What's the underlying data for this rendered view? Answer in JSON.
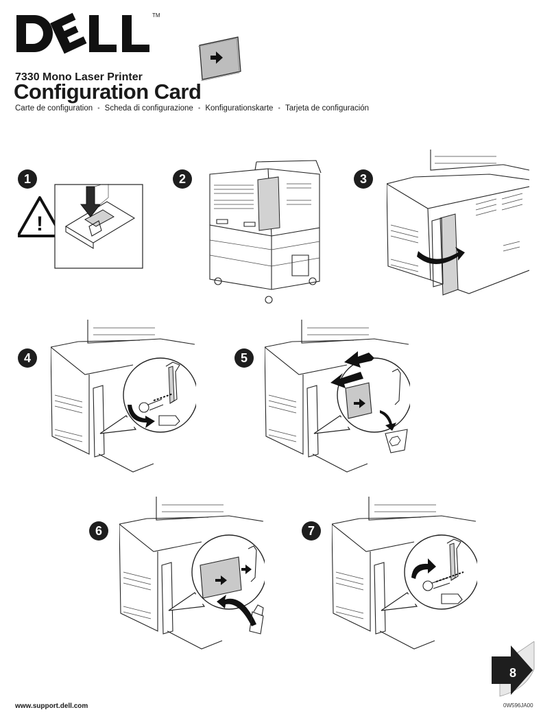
{
  "brand": {
    "logo": "DELL",
    "trademark": "TM"
  },
  "header": {
    "model": "7330 Mono Laser Printer",
    "title": "Configuration Card",
    "translations": [
      "Carte de configuration",
      "Scheda di configurazione",
      "Konfigurationskarte",
      "Tarjeta de configuración"
    ],
    "separator": "•"
  },
  "steps": [
    {
      "number": "1",
      "figure": "power-switch-off-with-warning"
    },
    {
      "number": "2",
      "figure": "printer-rear-view"
    },
    {
      "number": "3",
      "figure": "open-side-door"
    },
    {
      "number": "4",
      "figure": "remove-thumbscrew"
    },
    {
      "number": "5",
      "figure": "remove-old-card-recycle"
    },
    {
      "number": "6",
      "figure": "insert-new-card"
    },
    {
      "number": "7",
      "figure": "replace-thumbscrew"
    }
  ],
  "next_step": {
    "number": "8"
  },
  "footer": {
    "url": "www.support.dell.com",
    "code": "0W596JA00"
  },
  "colors": {
    "badge": "#1e1e1e",
    "card_gray": "#d2d2d2",
    "text": "#1a1a1a"
  },
  "icons": [
    "warning-icon",
    "arrow-right-icon",
    "recycle-icon",
    "rotate-arrow-icon",
    "page-curl-arrow-icon"
  ]
}
